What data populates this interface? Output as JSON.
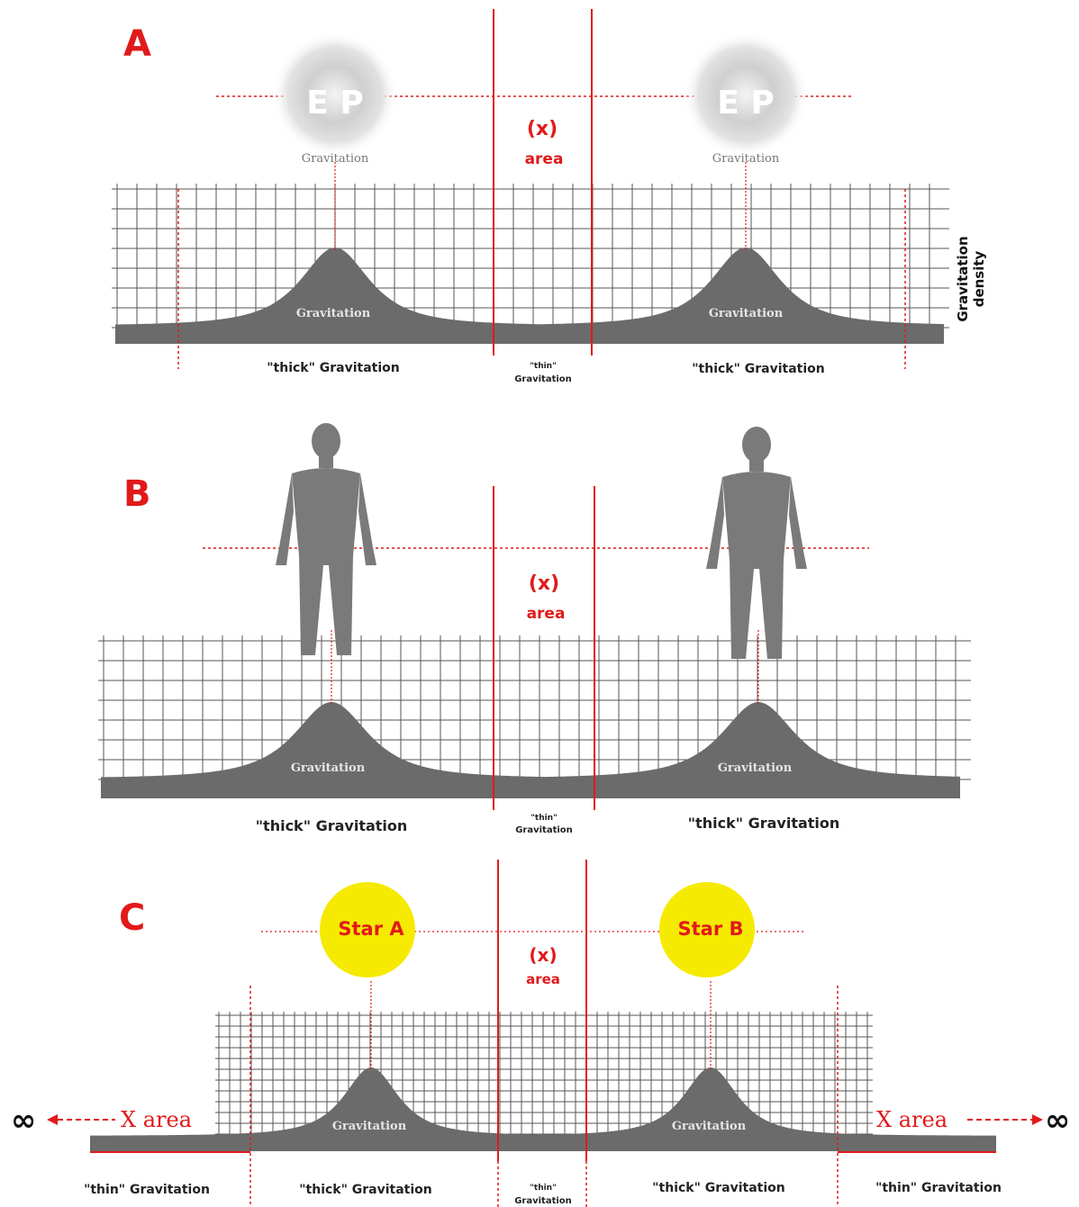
{
  "panels": {
    "A": {
      "letter": "A",
      "source_label": "E P",
      "source_sub": "Gravitation",
      "bump_label": "Gravitation",
      "x_symbol": "(x)",
      "x_word": "area",
      "thick_label": "\"thick\" Gravitation",
      "thin_top": "\"thin\"",
      "thin_bottom": "Gravitation",
      "axis_title_line1": "Gravitation",
      "axis_title_line2": "density"
    },
    "B": {
      "letter": "B",
      "bump_label": "Gravitation",
      "x_symbol": "(x)",
      "x_word": "area",
      "thick_label": "\"thick\" Gravitation",
      "thin_top": "\"thin\"",
      "thin_bottom": "Gravitation"
    },
    "C": {
      "letter": "C",
      "star_a": "Star A",
      "star_b": "Star B",
      "bump_label": "Gravitation",
      "x_symbol": "(x)",
      "x_word": "area",
      "thick_label": "\"thick\" Gravitation",
      "thin_label": "\"thin\" Gravitation",
      "thin_top": "\"thin\"",
      "thin_bottom": "Gravitation",
      "x_area_left": "X area",
      "x_area_right": "X area",
      "infinity": "∞"
    }
  },
  "colors": {
    "accent_red": "#e11a1a",
    "field_gray": "#6b6b6b",
    "grid_gray": "#555555",
    "star_yellow": "#f5ea00",
    "figure_gray": "#7a7a7a"
  },
  "icons": [
    "human-silhouette-icon",
    "star-icon",
    "gravity-source-icon",
    "infinity-icon",
    "arrow-left-icon",
    "arrow-right-icon"
  ]
}
